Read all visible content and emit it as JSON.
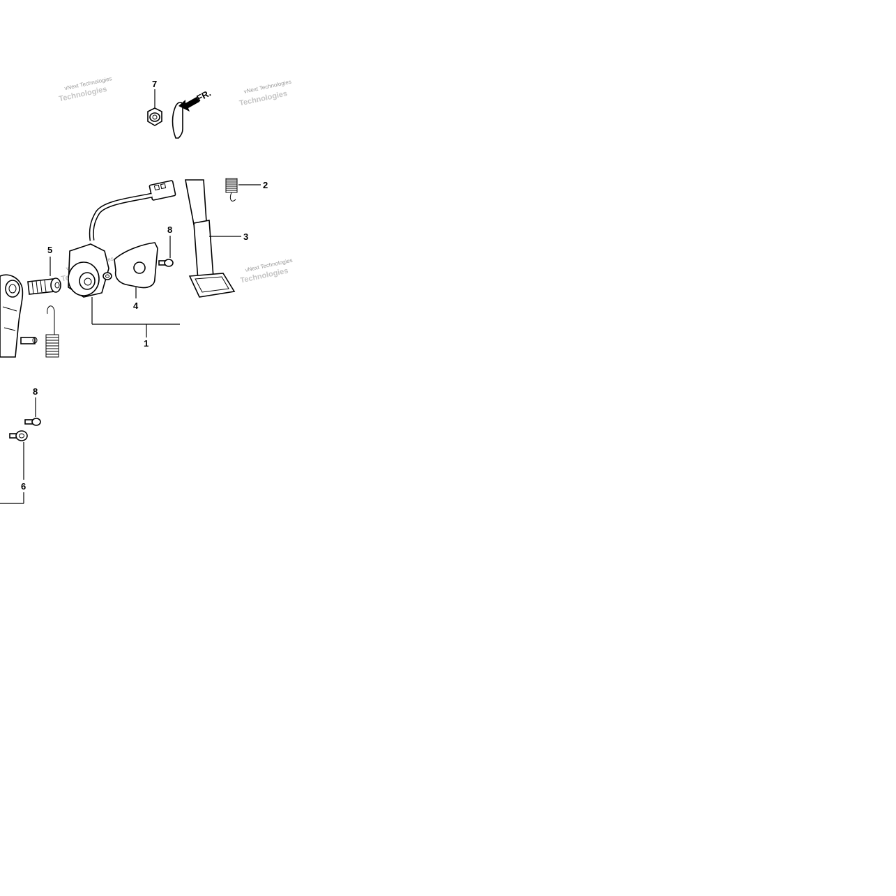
{
  "callouts": {
    "c1": "1",
    "c2": "2",
    "c3": "3",
    "c4": "4",
    "c5": "5",
    "c6": "6",
    "c7": "7",
    "c8a": "8",
    "c8b": "8"
  },
  "direction_label": "FR.",
  "watermark": {
    "line1": "vNext Technologies",
    "line2": "Technologies"
  }
}
